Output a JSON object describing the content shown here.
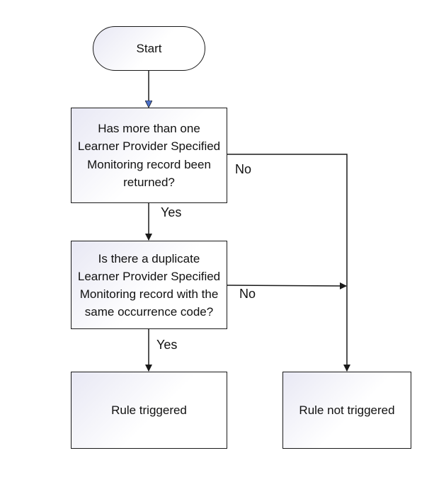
{
  "flowchart": {
    "start": "Start",
    "decision_1": "Has more than one Learner Provider Specified Monitoring record been returned?",
    "decision_2": "Is there a duplicate Learner Provider Specified Monitoring record with the same occurrence code?",
    "outcome_triggered": "Rule triggered",
    "outcome_not_triggered": "Rule not triggered"
  },
  "edges": {
    "d1_no": "No",
    "d1_yes": "Yes",
    "d2_no": "No",
    "d2_yes": "Yes"
  },
  "colors": {
    "line": "#1a1a1a",
    "start_arrow_fill": "#4a6fc7",
    "node_gradient_start": "#e8e8f4"
  }
}
